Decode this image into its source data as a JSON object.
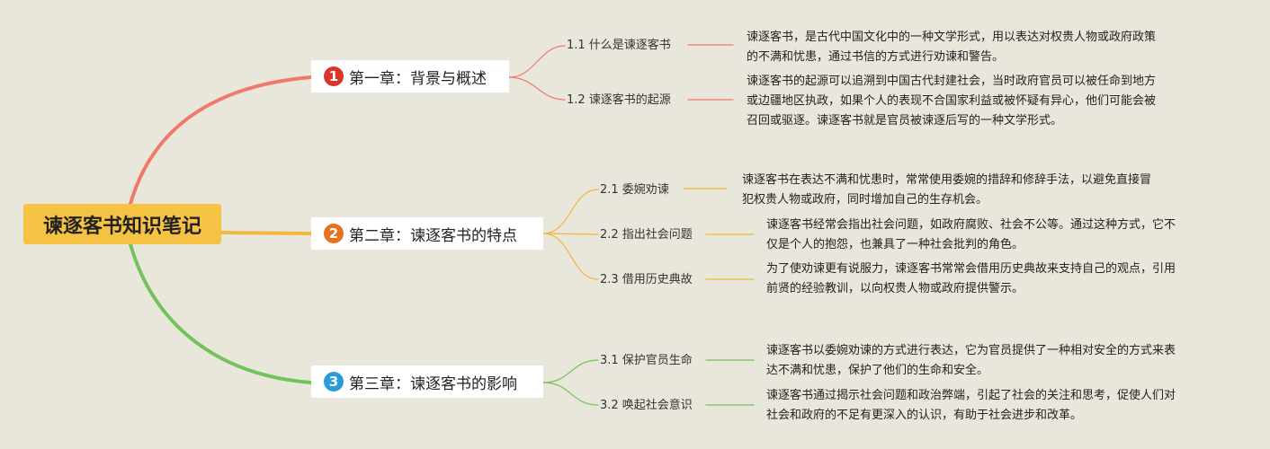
{
  "root": {
    "label": "谏逐客书知识笔记"
  },
  "chapters": [
    {
      "number": "1",
      "title": "第一章：背景与概述",
      "color": "#f07a6a",
      "badge_color": "#d9352a",
      "subs": [
        {
          "label": "1.1 什么是谏逐客书",
          "desc": [
            "谏逐客书，是古代中国文化中的一种文学形式，用以表达对权贵人物或政府政策",
            "的不满和忧患，通过书信的方式进行劝谏和警告。"
          ]
        },
        {
          "label": "1.2 谏逐客书的起源",
          "desc": [
            "谏逐客书的起源可以追溯到中国古代封建社会，当时政府官员可以被任命到地方",
            "或边疆地区执政，如果个人的表现不合国家利益或被怀疑有异心，他们可能会被",
            "召回或驱逐。谏逐客书就是官员被谏逐后写的一种文学形式。"
          ]
        }
      ]
    },
    {
      "number": "2",
      "title": "第二章：谏逐客书的特点",
      "color": "#f0b83c",
      "badge_color": "#e8701e",
      "subs": [
        {
          "label": "2.1 委婉劝谏",
          "desc": [
            "谏逐客书在表达不满和忧患时，常常使用委婉的措辞和修辞手法，以避免直接冒",
            "犯权贵人物或政府，同时增加自己的生存机会。"
          ]
        },
        {
          "label": "2.2 指出社会问题",
          "desc": [
            "谏逐客书经常会指出社会问题，如政府腐败、社会不公等。通过这种方式，它不",
            "仅是个人的抱怨，也兼具了一种社会批判的角色。"
          ]
        },
        {
          "label": "2.3 借用历史典故",
          "desc": [
            "为了使劝谏更有说服力，谏逐客书常常会借用历史典故来支持自己的观点，引用",
            "前贤的经验教训，以向权贵人物或政府提供警示。"
          ]
        }
      ]
    },
    {
      "number": "3",
      "title": "第三章：谏逐客书的影响",
      "color": "#72c35a",
      "badge_color": "#2a9ad8",
      "subs": [
        {
          "label": "3.1 保护官员生命",
          "desc": [
            "谏逐客书以委婉劝谏的方式进行表达，它为官员提供了一种相对安全的方式来表",
            "达不满和忧患，保护了他们的生命和安全。"
          ]
        },
        {
          "label": "3.2 唤起社会意识",
          "desc": [
            "谏逐客书通过揭示社会问题和政治弊端，引起了社会的关注和思考，促使人们对",
            "社会和政府的不足有更深入的认识，有助于社会进步和改革。"
          ]
        }
      ]
    }
  ]
}
